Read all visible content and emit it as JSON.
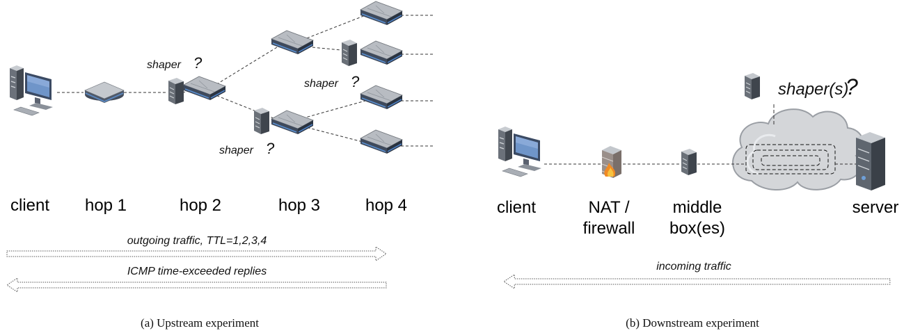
{
  "upstream": {
    "labels": {
      "client": "client",
      "hop1": "hop 1",
      "hop2": "hop 2",
      "hop3": "hop 3",
      "hop4": "hop 4"
    },
    "shaper_label": "shaper",
    "question": "?",
    "arrow_out_label": "outgoing traffic, TTL=1,2,3,4",
    "arrow_in_label": "ICMP time-exceeded replies",
    "caption": "(a) Upstream experiment"
  },
  "downstream": {
    "labels": {
      "client": "client",
      "nat_line1": "NAT /",
      "nat_line2": "firewall",
      "middle_line1": "middle",
      "middle_line2": "box(es)",
      "server": "server"
    },
    "shaper_label": "shaper(s)",
    "question": "?",
    "arrow_label": "incoming traffic",
    "caption": "(b) Downstream experiment"
  },
  "icons": {
    "client": "desktop-computer-icon",
    "hop1": "home-router-icon",
    "router": "network-switch-icon",
    "shaper": "tower-server-icon",
    "firewall": "firewall-icon",
    "cloud": "internet-cloud-icon",
    "server": "server-icon"
  }
}
